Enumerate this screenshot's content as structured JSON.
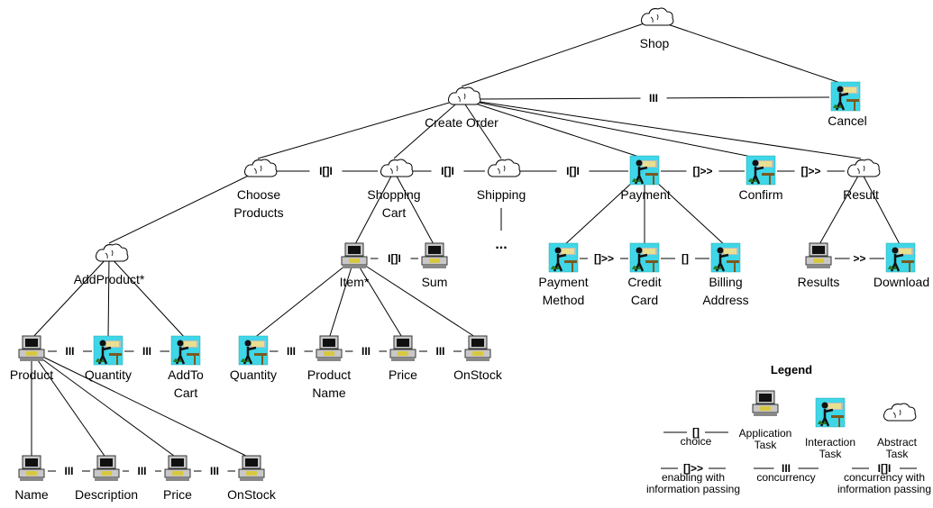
{
  "nodes": {
    "shop": {
      "type": "abstract",
      "label": "Shop"
    },
    "cancel": {
      "type": "interaction",
      "label": "Cancel"
    },
    "create_order": {
      "type": "abstract",
      "label": "Create Order"
    },
    "choose_products": {
      "type": "abstract",
      "label": "Choose\nProducts"
    },
    "shopping_cart": {
      "type": "abstract",
      "label": "Shopping\nCart"
    },
    "shipping": {
      "type": "abstract",
      "label": "Shipping"
    },
    "payment": {
      "type": "interaction",
      "label": "Payment"
    },
    "confirm": {
      "type": "interaction",
      "label": "Confirm"
    },
    "result": {
      "type": "abstract",
      "label": "Result"
    },
    "add_product": {
      "type": "abstract",
      "label": "AddProduct*"
    },
    "product": {
      "type": "application",
      "label": "Product"
    },
    "quantity_a": {
      "type": "interaction",
      "label": "Quantity"
    },
    "add_to_cart": {
      "type": "interaction",
      "label": "AddTo\nCart"
    },
    "name": {
      "type": "application",
      "label": "Name"
    },
    "description": {
      "type": "application",
      "label": "Description"
    },
    "price_a": {
      "type": "application",
      "label": "Price"
    },
    "onstock_a": {
      "type": "application",
      "label": "OnStock"
    },
    "item": {
      "type": "application",
      "label": "Item*"
    },
    "sum": {
      "type": "application",
      "label": "Sum"
    },
    "quantity_b": {
      "type": "interaction",
      "label": "Quantity"
    },
    "product_name": {
      "type": "application",
      "label": "Product\nName"
    },
    "price_b": {
      "type": "application",
      "label": "Price"
    },
    "onstock_b": {
      "type": "application",
      "label": "OnStock"
    },
    "payment_method": {
      "type": "interaction",
      "label": "Payment\nMethod"
    },
    "credit_card": {
      "type": "interaction",
      "label": "Credit\nCard"
    },
    "billing_address": {
      "type": "interaction",
      "label": "Billing\nAddress"
    },
    "results": {
      "type": "application",
      "label": "Results"
    },
    "download": {
      "type": "interaction",
      "label": "Download"
    }
  },
  "edges": [
    [
      "shop",
      "create_order"
    ],
    [
      "shop",
      "cancel"
    ],
    [
      "create_order",
      "choose_products"
    ],
    [
      "create_order",
      "shopping_cart"
    ],
    [
      "create_order",
      "shipping"
    ],
    [
      "create_order",
      "payment"
    ],
    [
      "create_order",
      "confirm"
    ],
    [
      "create_order",
      "result"
    ],
    [
      "choose_products",
      "add_product"
    ],
    [
      "add_product",
      "product"
    ],
    [
      "add_product",
      "quantity_a"
    ],
    [
      "add_product",
      "add_to_cart"
    ],
    [
      "product",
      "name"
    ],
    [
      "product",
      "description"
    ],
    [
      "product",
      "price_a"
    ],
    [
      "product",
      "onstock_a"
    ],
    [
      "shopping_cart",
      "item"
    ],
    [
      "shopping_cart",
      "sum"
    ],
    [
      "item",
      "quantity_b"
    ],
    [
      "item",
      "product_name"
    ],
    [
      "item",
      "price_b"
    ],
    [
      "item",
      "onstock_b"
    ],
    [
      "payment",
      "payment_method"
    ],
    [
      "payment",
      "credit_card"
    ],
    [
      "payment",
      "billing_address"
    ],
    [
      "result",
      "results"
    ],
    [
      "result",
      "download"
    ]
  ],
  "operators": [
    {
      "from": "create_order",
      "to": "cancel",
      "symbol": "III"
    },
    {
      "from": "choose_products",
      "to": "shopping_cart",
      "symbol": "I[]I"
    },
    {
      "from": "shopping_cart",
      "to": "shipping",
      "symbol": "I[]I"
    },
    {
      "from": "shipping",
      "to": "payment",
      "symbol": "I[]I"
    },
    {
      "from": "payment",
      "to": "confirm",
      "symbol": "[]>>"
    },
    {
      "from": "confirm",
      "to": "result",
      "symbol": "[]>>"
    },
    {
      "from": "product",
      "to": "quantity_a",
      "symbol": "III"
    },
    {
      "from": "quantity_a",
      "to": "add_to_cart",
      "symbol": "III"
    },
    {
      "from": "name",
      "to": "description",
      "symbol": "III"
    },
    {
      "from": "description",
      "to": "price_a",
      "symbol": "III"
    },
    {
      "from": "price_a",
      "to": "onstock_a",
      "symbol": "III"
    },
    {
      "from": "item",
      "to": "sum",
      "symbol": "I[]I"
    },
    {
      "from": "quantity_b",
      "to": "product_name",
      "symbol": "III"
    },
    {
      "from": "product_name",
      "to": "price_b",
      "symbol": "III"
    },
    {
      "from": "price_b",
      "to": "onstock_b",
      "symbol": "III"
    },
    {
      "from": "payment_method",
      "to": "credit_card",
      "symbol": "[]>>"
    },
    {
      "from": "credit_card",
      "to": "billing_address",
      "symbol": "[]"
    },
    {
      "from": "results",
      "to": "download",
      "symbol": ">>"
    }
  ],
  "ellipsis": "...",
  "legend": {
    "title": "Legend",
    "choice": {
      "symbol": "[]",
      "label": "choice"
    },
    "application": {
      "label": "Application\nTask"
    },
    "interaction": {
      "label": "Interaction\nTask"
    },
    "abstract": {
      "label": "Abstract\nTask"
    },
    "enabling_info": {
      "symbol": "[]>>",
      "label": "enabling with\ninformation passing"
    },
    "concurrency": {
      "symbol": "III",
      "label": "concurrency"
    },
    "concurrency_info": {
      "symbol": "I[]I",
      "label": "concurrency with\ninformation passing"
    }
  },
  "colors": {
    "line": "#000000",
    "cloud_fill": "#ffffff",
    "interaction_bg": "#3fd6e8",
    "interaction_plant": "#2a7a2a",
    "computer_body": "#c8c8c8",
    "computer_screen": "#101010",
    "computer_base": "#d8c840"
  }
}
